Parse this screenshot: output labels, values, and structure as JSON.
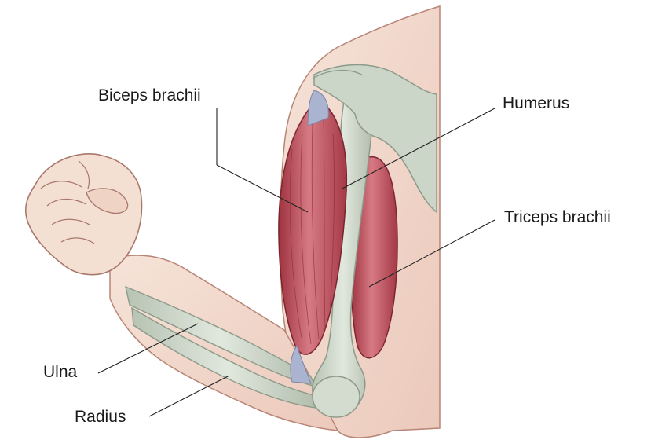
{
  "labels": {
    "biceps": "Biceps brachii",
    "humerus": "Humerus",
    "triceps": "Triceps brachii",
    "ulna": "Ulna",
    "radius": "Radius"
  },
  "colors": {
    "skin": "#f3dcd0",
    "skin_shadow": "#e7bfb0",
    "skin_outline": "#b88576",
    "bone": "#c8d2c4",
    "bone_light": "#dfe6dc",
    "bone_outline": "#8d9a8a",
    "muscle": "#b8434e",
    "muscle_light": "#d7707a",
    "tendon": "#aab3cf",
    "label": "#1a1a1a"
  }
}
